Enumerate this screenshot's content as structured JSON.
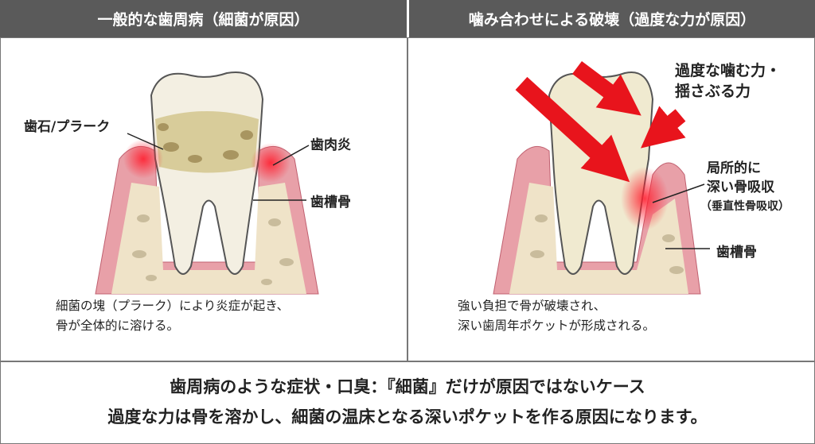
{
  "left_panel": {
    "title": "一般的な歯周病（細菌が原因）",
    "labels": {
      "calculus": "歯石/プラーク",
      "gingivitis": "歯肉炎",
      "bone": "歯槽骨"
    },
    "caption": [
      "細菌の塊（プラーク）により炎症が起き、",
      "骨が全体的に溶ける。"
    ]
  },
  "right_panel": {
    "title": "噛み合わせによる破壊（過度な力が原因）",
    "labels": {
      "force": [
        "過度な噛む力・",
        "揺さぶる力"
      ],
      "resorption": [
        "局所的に",
        "深い骨吸収"
      ],
      "resorption_note": "（垂直性骨吸収）",
      "bone": "歯槽骨"
    },
    "caption": [
      "強い負担で骨が破壊され、",
      "深い歯周年ポケットが形成される。"
    ]
  },
  "summary": {
    "line1": "歯周病のような症状・口臭：『細菌』だけが原因ではないケース",
    "line2": "過度な力は骨を溶かし、細菌の温床となる深いポケットを作る原因になります。"
  },
  "colors": {
    "header": "#5a5a5a",
    "gum": "#e8a0a8",
    "bone": "#efe3c8",
    "arrow": "#e8141c",
    "inflammation": "#ff3040"
  }
}
